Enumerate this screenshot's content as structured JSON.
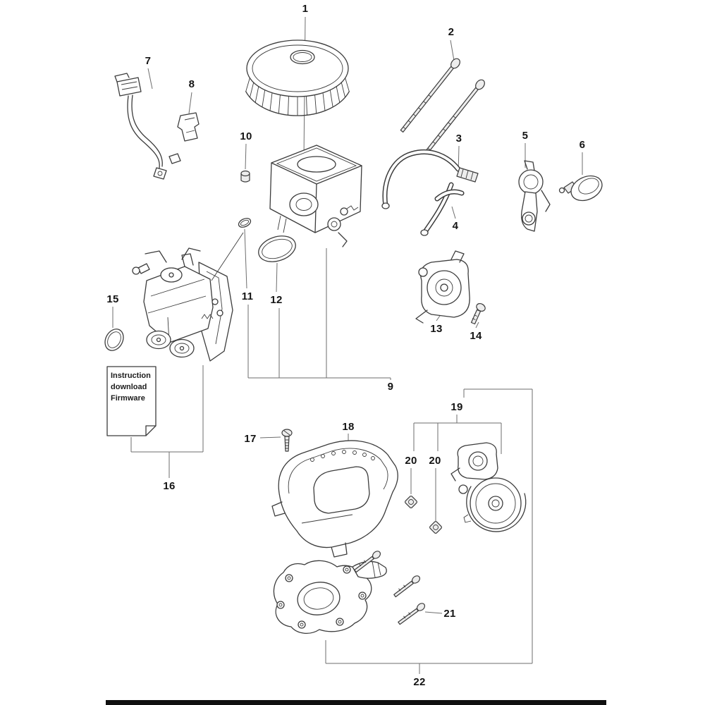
{
  "diagram": {
    "type": "exploded-parts-diagram",
    "note_box": {
      "line1": "Instruction",
      "line2": "download",
      "line3": "Firmware"
    },
    "labels": [
      {
        "text": "1"
      },
      {
        "text": "2"
      },
      {
        "text": "7"
      },
      {
        "text": "8"
      },
      {
        "text": "10"
      },
      {
        "text": "3"
      },
      {
        "text": "5"
      },
      {
        "text": "6"
      },
      {
        "text": "4"
      },
      {
        "text": "11"
      },
      {
        "text": "12"
      },
      {
        "text": "15"
      },
      {
        "text": "13"
      },
      {
        "text": "14"
      },
      {
        "text": "9"
      },
      {
        "text": "16"
      },
      {
        "text": "17"
      },
      {
        "text": "18"
      },
      {
        "text": "19"
      },
      {
        "text": "20"
      },
      {
        "text": "20"
      },
      {
        "text": "21"
      },
      {
        "text": "22"
      }
    ]
  }
}
